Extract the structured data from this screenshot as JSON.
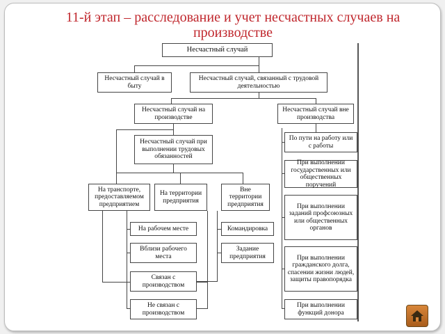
{
  "title": "11-й этап – расследование и учет несчастных случаев на производстве",
  "nodes": {
    "root": "Несчастный случай",
    "domestic": "Несчастный случай в быту",
    "work_related": "Несчастный случай, связанный с трудовой деятельностью",
    "at_production": "Несчастный случай на производстве",
    "outside_production": "Несчастный случай вне производства",
    "duties": "Несчастный случай при выполнении трудовых обязанностей",
    "transport": "На транспорте, предоставляемом предприятием",
    "territory": "На территории предприятия",
    "outside_territory": "Вне территории предприятия",
    "workplace": "На рабочем месте",
    "near_workplace": "Вблизи рабочего места",
    "business_trip": "Командировка",
    "company_task": "Задание предприятия",
    "production_related": "Связан с производством",
    "not_production_related": "Не связан с производством",
    "commute": "По пути на работу или с работы",
    "state_duties": "При выполнении государственных или общественных поручений",
    "union_tasks": "При выполнении заданий профсоюзных или общественных органов",
    "civic_duty": "При выполнении гражданского долга, спасении жизни людей, защиты правопорядка",
    "donor": "При выполнении функций донора"
  },
  "icons": {
    "home": "home-icon"
  }
}
